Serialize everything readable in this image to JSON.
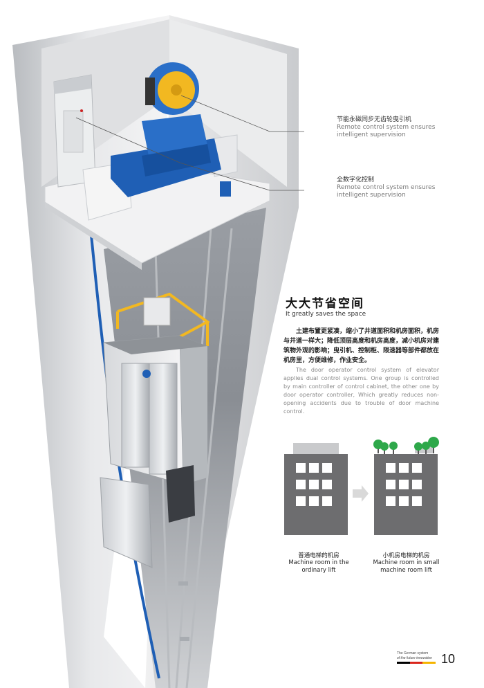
{
  "callouts": [
    {
      "zh": "节能永磁同步无齿轮曳引机",
      "en": "Remote control system ensures intelligent supervision"
    },
    {
      "zh": "全数字化控制",
      "en": "Remote control system ensures intelligent supervision"
    }
  ],
  "section": {
    "title_zh": "大大节省空间",
    "title_en": "It greatly saves the space",
    "paragraph_zh": "土建布置更紧凑，缩小了井道面积和机房面积，机房与井道一样大；降低顶层高度和机房高度，减小机房对建筑物外观的影响；曳引机、控制柜、限速器等部件都放在机房里，方便维修，作业安全。",
    "paragraph_en": "The door operator control system of elevator applies dual control systems.  One group is controlled by main controller of control cabinet, the other one by door operator controller, Which greatly reduces non-opening accidents due to trouble of door machine control."
  },
  "comparison": {
    "left_caption_zh": "普通电梯的机房",
    "left_caption_en": "Machine room in the ordinary lift",
    "right_caption_zh": "小机房电梯的机房",
    "right_caption_en": "Machine room in small machine room lift"
  },
  "footer": {
    "brand_line1": "The German system",
    "brand_line2": "of the future innovation",
    "brand_colors": [
      "#000000",
      "#d9261c",
      "#f5b400"
    ],
    "page_number": "10"
  },
  "colors": {
    "accent_blue": "#1f5fb5",
    "building_gray": "#6d6d6f",
    "window_white": "#ffffff",
    "tree_green": "#2ea84a"
  }
}
